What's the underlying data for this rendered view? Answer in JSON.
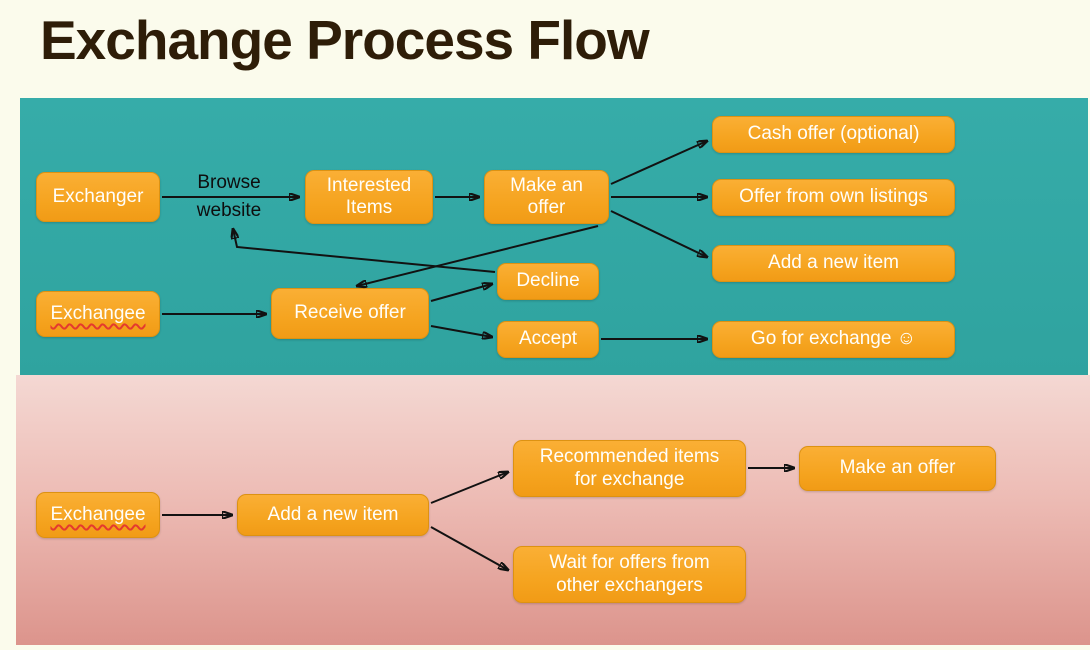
{
  "title": "Exchange Process Flow",
  "colors": {
    "teal_panel": "#31a9a5",
    "pink_panel_top": "#f4d8d3",
    "pink_panel_bottom": "#dc948c",
    "node_orange": "#f5a31e",
    "node_text": "#ffffff",
    "title_text": "#2e1d08",
    "arrow": "#121212",
    "background": "#fbfbec"
  },
  "top_flow": {
    "edge_label": "Browse website",
    "nodes": {
      "exchanger": {
        "label": "Exchanger"
      },
      "interested_items": {
        "label": "Interested Items"
      },
      "make_an_offer": {
        "label": "Make an offer"
      },
      "cash_offer": {
        "label": "Cash offer (optional)"
      },
      "offer_from_own_listings": {
        "label": "Offer from own listings"
      },
      "add_a_new_item": {
        "label": "Add a new item"
      },
      "exchangee": {
        "label": "Exchangee"
      },
      "receive_offer": {
        "label": "Receive offer"
      },
      "decline": {
        "label": "Decline"
      },
      "accept": {
        "label": "Accept"
      },
      "go_for_exchange": {
        "label": "Go for exchange ☺"
      }
    }
  },
  "bottom_flow": {
    "nodes": {
      "exchangee": {
        "label": "Exchangee"
      },
      "add_a_new_item": {
        "label": "Add a new item"
      },
      "recommended_items": {
        "label": "Recommended items for exchange"
      },
      "make_an_offer": {
        "label": "Make an offer"
      },
      "wait_for_offers": {
        "label": "Wait for offers from other exchangers"
      }
    }
  }
}
